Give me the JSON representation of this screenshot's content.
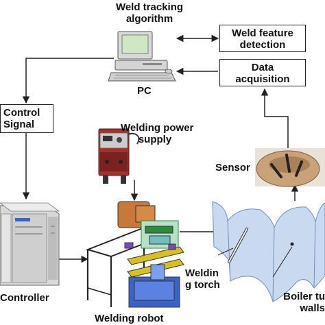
{
  "labels": {
    "weld_tracking": "Weld tracking\nalgorithm",
    "pc": "PC",
    "weld_feature": "Weld feature\ndetection",
    "data_acq": "Data\nacquisition",
    "control_signal": "Control\nSignal",
    "power_supply": "Welding power\nsupply",
    "sensor": "Sensor",
    "controller": "Controller",
    "welding_robot": "Welding robot",
    "welding_torch": "Weldin\ng torch",
    "boiler_walls": "Boiler tu\nwalls"
  },
  "colors": {
    "line": "#222222",
    "wall_fill": "#c9d9ef",
    "wall_stroke": "#6e8fc2",
    "robot_blue": "#3a63c9",
    "robot_green": "#2f8a3a",
    "robot_yellow": "#d8c020",
    "motor_orange": "#c8793a",
    "power_red": "#a4312c",
    "sensor_plate": "#c9a27a"
  },
  "icons": [
    "pc-computer-icon",
    "welding-power-supply-icon",
    "sensor-photo-icon",
    "controller-cabinet-icon",
    "welding-robot-icon",
    "boiler-walls-icon"
  ]
}
